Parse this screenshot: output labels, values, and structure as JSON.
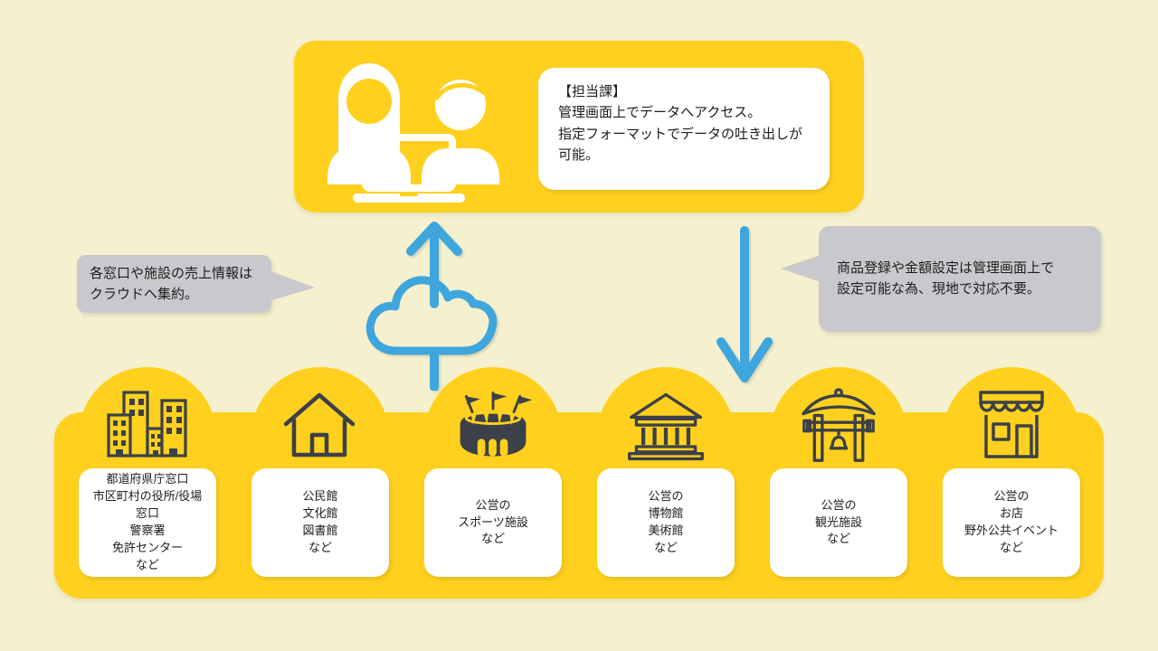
{
  "colors": {
    "background": "#F5F0CD",
    "accent_yellow": "#FFD11E",
    "note_gray": "#C9C9CD",
    "flow_blue": "#3EA6DD",
    "icon_dark": "#3C4048",
    "card_white": "#FFFFFF",
    "text": "#1D1D1D"
  },
  "header_box": {
    "icons": [
      "woman-user-icon",
      "man-user-icon",
      "laptop-icon"
    ],
    "bubble_lines": [
      "【担当課】",
      "管理画面上でデータへアクセス。",
      "指定フォーマットでデータの吐き出しが",
      "可能。"
    ]
  },
  "cloud_flow": {
    "icon": "cloud-upload-icon",
    "arrows": [
      "up-arrow-icon",
      "down-arrow-icon"
    ]
  },
  "left_note": {
    "lines": [
      "各窓口や施設の売上情報は",
      "クラウドへ集約。"
    ]
  },
  "right_note": {
    "lines": [
      "商品登録や金額設定は管理画面上で",
      "設定可能な為、現地で対応不要。"
    ]
  },
  "facilities": [
    {
      "icon": "city-buildings-icon",
      "lines": [
        "都道府県庁窓口",
        "市区町村の役所/役場",
        "窓口",
        "警察署",
        "免許センター",
        "など"
      ]
    },
    {
      "icon": "house-icon",
      "lines": [
        "公民館",
        "文化館",
        "図書館",
        "など"
      ]
    },
    {
      "icon": "stadium-icon",
      "lines": [
        "公営の",
        "スポーツ施設",
        "など"
      ]
    },
    {
      "icon": "museum-icon",
      "lines": [
        "公営の",
        "博物館",
        "美術館",
        "など"
      ]
    },
    {
      "icon": "shrine-gate-icon",
      "lines": [
        "公営の",
        "観光施設",
        "など"
      ]
    },
    {
      "icon": "storefront-icon",
      "lines": [
        "公営の",
        "お店",
        "野外公共イベント",
        "など"
      ]
    }
  ]
}
